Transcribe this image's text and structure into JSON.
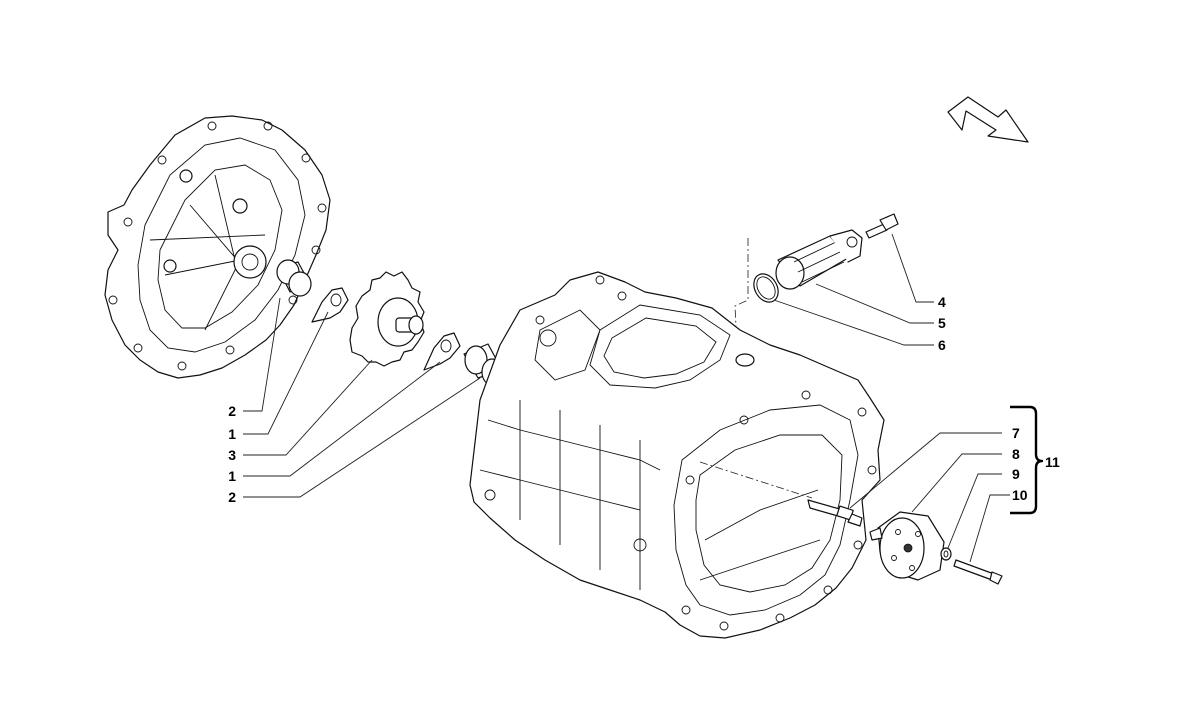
{
  "callouts": {
    "left": [
      "2",
      "1",
      "3",
      "1",
      "2"
    ],
    "top_right": [
      "4",
      "5",
      "6"
    ],
    "bottom_right": [
      "7",
      "8",
      "9",
      "10"
    ],
    "group": "11"
  }
}
